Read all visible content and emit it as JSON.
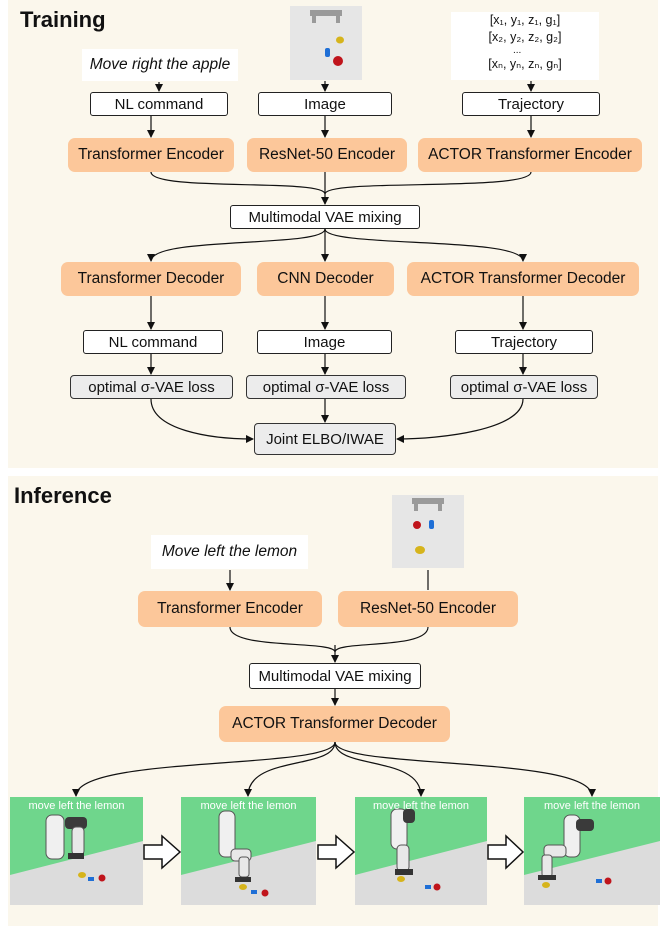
{
  "training": {
    "title": "Training",
    "command_text": "Move right the apple",
    "inputs": [
      "NL command",
      "Image",
      "Trajectory"
    ],
    "trajectory_rows": [
      "[x₁, y₁, z₁, g₁]",
      "[x₂, y₂, z₂, g₂]",
      "[xₙ, yₙ, zₙ, gₙ]"
    ],
    "trajectory_ellipsis": "...",
    "encoders": [
      "Transformer Encoder",
      "ResNet-50 Encoder",
      "ACTOR Transformer Encoder"
    ],
    "mixing": "Multimodal VAE mixing",
    "decoders": [
      "Transformer Decoder",
      "CNN Decoder",
      "ACTOR Transformer Decoder"
    ],
    "outputs": [
      "NL command",
      "Image",
      "Trajectory"
    ],
    "losses": [
      "optimal σ-VAE loss",
      "optimal σ-VAE loss",
      "optimal σ-VAE loss"
    ],
    "joint": "Joint ELBO/IWAE"
  },
  "inference": {
    "title": "Inference",
    "command_text": "Move left the lemon",
    "encoders": [
      "Transformer Encoder",
      "ResNet-50 Encoder"
    ],
    "mixing": "Multimodal VAE mixing",
    "decoder": "ACTOR Transformer Decoder",
    "frame_caption": "move left the lemon",
    "frames": [
      {
        "caption": "move left the lemon"
      },
      {
        "caption": "move left the lemon"
      },
      {
        "caption": "move left the lemon"
      },
      {
        "caption": "move left the lemon"
      }
    ]
  },
  "colors": {
    "panel_bg": "#fbf7ec",
    "encoder_fill": "#fcc79a",
    "loss_fill": "#ececec",
    "scene_sky": "#6fd68c",
    "scene_floor": "#dcdcdc",
    "apple": "#c0141b",
    "lemon": "#d6b41c",
    "blue_object": "#1f6fd6"
  }
}
